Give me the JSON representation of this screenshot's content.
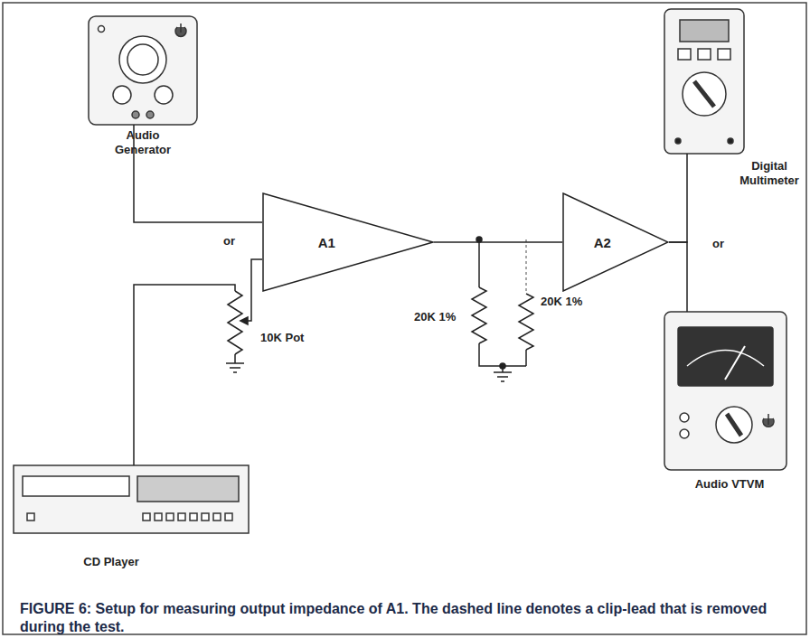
{
  "diagram": {
    "caption": "FIGURE 6: Setup for measuring output impedance of A1. The dashed line denotes a clip-lead that is removed during the test.",
    "nodes": [
      {
        "text": [
          "Audio Generator"
        ]
      },
      {
        "text": [
          "A1"
        ]
      },
      {
        "text": [
          "A2"
        ]
      },
      {
        "text": [
          "Digital Multimeter"
        ]
      },
      {
        "text": [
          "Audio VTVM"
        ]
      },
      {
        "text": [
          "CD Player"
        ]
      }
    ],
    "edges": [
      {
        "from": 0,
        "to": 1,
        "arrow": "none"
      },
      {
        "from": 1,
        "to": 2,
        "arrow": "none"
      },
      {
        "from": 2,
        "to": 3,
        "arrow": "none"
      },
      {
        "from": 2,
        "to": 4,
        "arrow": "none"
      }
    ],
    "labels": [
      "or",
      "10K Pot",
      "20K 1%",
      "20K 1%",
      "or"
    ]
  }
}
